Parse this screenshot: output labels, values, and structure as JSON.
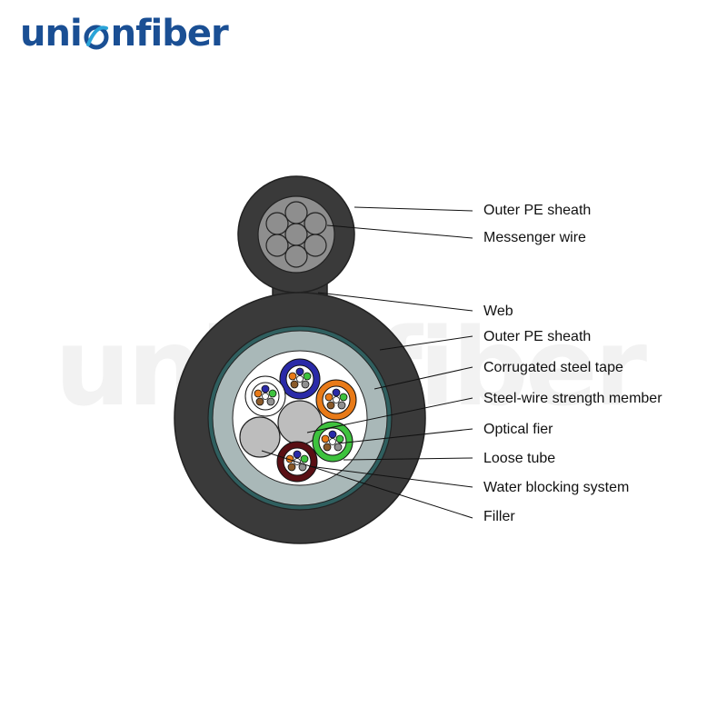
{
  "brand": {
    "logo_text_start": "uni",
    "logo_text_end": "nfiber",
    "watermark_text": "unionfiber",
    "primary_color": "#1a4f94",
    "accent_color": "#2aa4d8"
  },
  "labels": [
    "Outer PE sheath",
    "Messenger wire",
    "Web",
    "Outer PE sheath",
    "Corrugated steel tape",
    "Steel-wire strength member",
    "Optical fier",
    "Loose tube",
    "Water blocking system",
    "Filler"
  ],
  "colors": {
    "sheath": "#3a3a3a",
    "steel_tape": "#2f5f5f",
    "water_blocking": "#a9b8b8",
    "messenger": "#8e8e8e",
    "tube_blue": "#2a2aa8",
    "tube_orange": "#e87a18",
    "tube_green": "#3ec23e",
    "tube_brown": "#5a0f14",
    "tube_white": "#ffffff",
    "filler": "#bdbdbd"
  }
}
